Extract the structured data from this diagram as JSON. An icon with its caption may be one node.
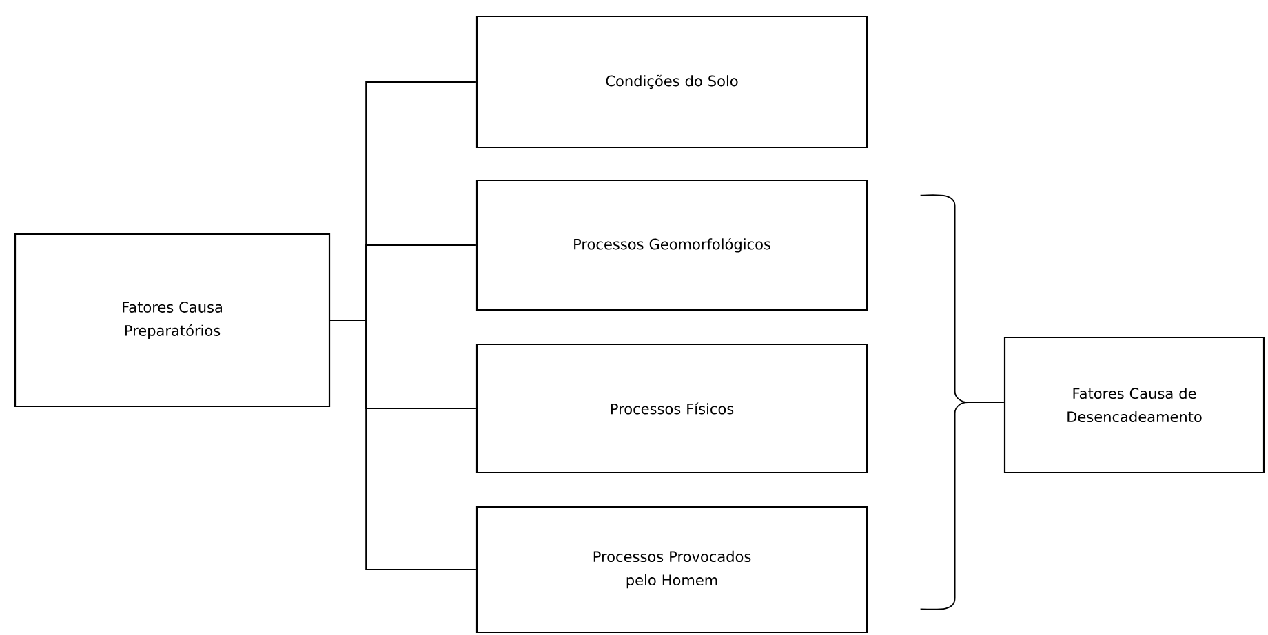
{
  "diagram": {
    "nodes": [
      {
        "text": [
          "Fatores Causa Preparatórios"
        ]
      },
      {
        "text": [
          "Condições do Solo"
        ]
      },
      {
        "text": [
          "Processos Geomorfológicos"
        ]
      },
      {
        "text": [
          "Processos Físicos"
        ]
      },
      {
        "text": [
          "Processos Provocados pelo Homem"
        ]
      },
      {
        "text": [],
        "shape": "brace"
      },
      {
        "text": [
          "Fatores Causa de Desencadeamento"
        ]
      }
    ],
    "edges": [
      {
        "from": 0,
        "to": 1,
        "arrow": "none"
      },
      {
        "from": 0,
        "to": 2,
        "arrow": "none"
      },
      {
        "from": 0,
        "to": 3,
        "arrow": "none"
      },
      {
        "from": 0,
        "to": 4,
        "arrow": "none"
      },
      {
        "from": 5,
        "to": 6,
        "arrow": "none"
      }
    ]
  }
}
